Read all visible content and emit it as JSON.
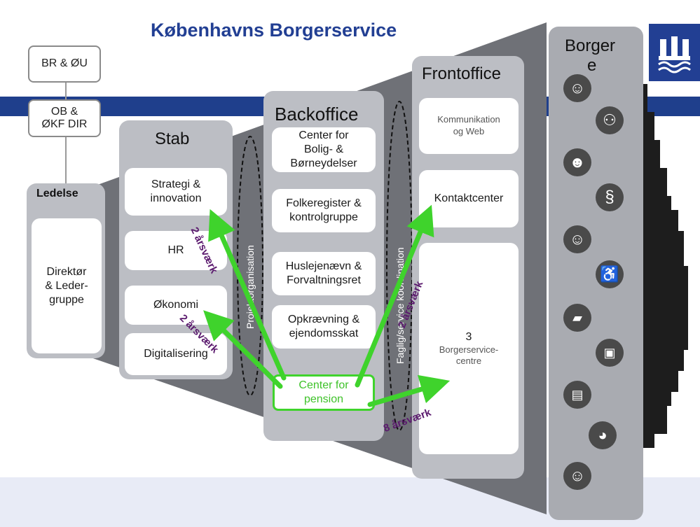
{
  "title": "Københavns Borgerservice",
  "top_boxes": {
    "br_ou": "BR & ØU",
    "ob_okf_line1": "OB &",
    "ob_okf_line2": "ØKF DIR"
  },
  "ledelse": {
    "header": "Ledelse",
    "card_line1": "Direktør",
    "card_line2": "& Leder-",
    "card_line3": "gruppe"
  },
  "stab": {
    "header": "Stab",
    "items": [
      {
        "line1": "Strategi &",
        "line2": "innovation"
      },
      {
        "line1": "HR",
        "line2": ""
      },
      {
        "line1": "Økonomi",
        "line2": ""
      },
      {
        "line1": "Digitalisering",
        "line2": ""
      }
    ]
  },
  "projektorganisation": "Projektorganisation",
  "backoffice": {
    "header": "Backoffice",
    "items": [
      {
        "line1": "Center for",
        "line2": "Bolig- &",
        "line3": "Børneydelser"
      },
      {
        "line1": "Folkeregister &",
        "line2": "kontrolgruppe",
        "line3": ""
      },
      {
        "line1": "Huslejenævn &",
        "line2": "Forvaltningsret",
        "line3": ""
      },
      {
        "line1": "Opkrævning &",
        "line2": "ejendomsskat",
        "line3": ""
      }
    ],
    "center_pension_line1": "Center for",
    "center_pension_line2": "pension"
  },
  "fagligservice": "Faglig/service koordination",
  "frontoffice": {
    "header": "Frontoffice",
    "kommunikation_line1": "Kommunikation",
    "kommunikation_line2": "og Web",
    "kontaktcenter": "Kontaktcenter",
    "borgerservice_num": "3",
    "borgerservice_line1": "Borgerservice-",
    "borgerservice_line2": "centre"
  },
  "borger": {
    "header_line1": "Borger",
    "header_line2": "e"
  },
  "arrow_labels": {
    "strategi": "2 årsværk",
    "okonomi": "2 årsværk",
    "kontakt": "2 årsværk",
    "borgerservice": "8 årsværk"
  },
  "colors": {
    "accent_blue": "#223f93",
    "arrow_green": "#3fd32c",
    "label_purple": "#5b1a6e"
  },
  "icons": [
    "briefcase-face-icon",
    "stroller-icon",
    "faces-icon",
    "paragraph-icon",
    "shopping-face-icon",
    "wheelchair-icon",
    "truck-icon",
    "chest-icon",
    "documents-icon",
    "piggybank-icon",
    "child-face-icon"
  ]
}
